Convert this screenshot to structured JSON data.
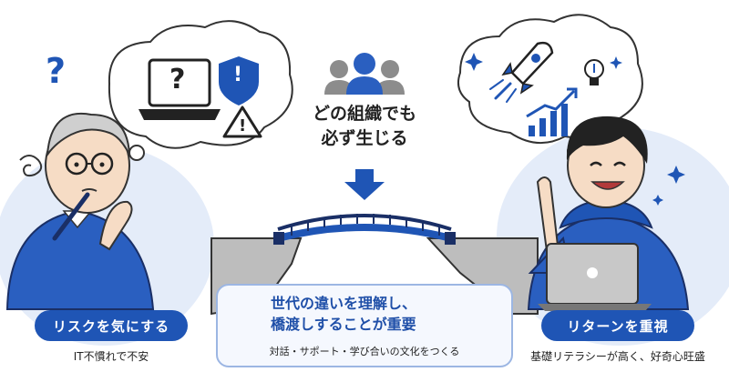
{
  "center": {
    "top_line1": "どの組織でも",
    "top_line2": "必ず生じる",
    "headline_line1": "世代の違いを理解し、",
    "headline_line2": "橋渡しすることが重要",
    "subtitle": "対話・サポート・学び合いの文化をつくる"
  },
  "left": {
    "label": "リスクを気にする",
    "caption": "IT不慣れで不安"
  },
  "right": {
    "label": "リターンを重視",
    "caption": "基礎リテラシーが高く、好奇心旺盛"
  },
  "glyphs": {
    "question": "?",
    "warning": "!"
  },
  "colors": {
    "accent": "#1f55b5",
    "accent_light": "#dce7f8",
    "people_gray": "#8c8c8c",
    "person_blue": "#2a5fc0",
    "cliff_gray": "#b9b9b9"
  }
}
